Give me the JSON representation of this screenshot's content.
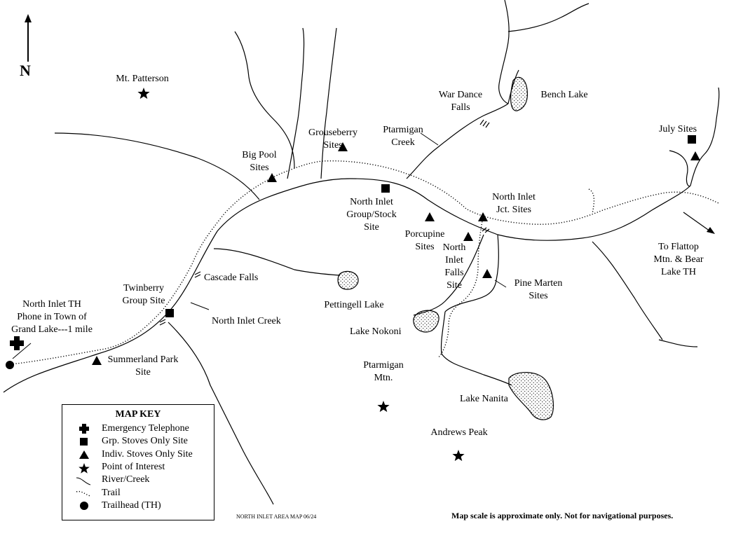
{
  "north": "N",
  "labels": {
    "mt_patterson": "Mt. Patterson",
    "war_dance_falls": "War Dance\nFalls",
    "bench_lake": "Bench Lake",
    "grouseberry_sites": "Grouseberry\nSites",
    "ptarmigan_creek": "Ptarmigan\nCreek",
    "july_sites": "July Sites",
    "big_pool_sites": "Big Pool\nSites",
    "north_inlet_group_stock_site": "North Inlet\nGroup/Stock\nSite",
    "north_inlet_jct_sites": "North Inlet\nJct. Sites",
    "porcupine_sites": "Porcupine\nSites",
    "north_inlet_falls_site": "North\nInlet\nFalls\nSite",
    "to_flattop": "To Flattop\nMtn. & Bear\nLake TH",
    "cascade_falls": "Cascade Falls",
    "twinberry_group_site": "Twinberry\nGroup Site",
    "pettingell_lake": "Pettingell Lake",
    "pine_marten_sites": "Pine Marten\nSites",
    "north_inlet_th": "North Inlet TH\nPhone in Town of\nGrand Lake---1 mile",
    "north_inlet_creek": "North Inlet Creek",
    "lake_nokoni": "Lake Nokoni",
    "summerland_park_site": "Summerland Park\nSite",
    "ptarmigan_mtn": "Ptarmigan\nMtn.",
    "lake_nanita": "Lake Nanita",
    "andrews_peak": "Andrews Peak"
  },
  "legend": {
    "title": "MAP KEY",
    "items": [
      {
        "icon": "cross-icon",
        "label": "Emergency Telephone"
      },
      {
        "icon": "square-icon",
        "label": "Grp. Stoves Only Site"
      },
      {
        "icon": "triangle-icon",
        "label": "Indiv. Stoves Only Site"
      },
      {
        "icon": "star-icon",
        "label": "Point of Interest"
      },
      {
        "icon": "river-line-icon",
        "label": "River/Creek"
      },
      {
        "icon": "trail-dotted-icon",
        "label": "Trail"
      },
      {
        "icon": "circle-icon",
        "label": "Trailhead (TH)"
      }
    ]
  },
  "credit": "NORTH INLET AREA MAP 06/24",
  "disclaimer": "Map scale is approximate only.  Not for navigational purposes."
}
